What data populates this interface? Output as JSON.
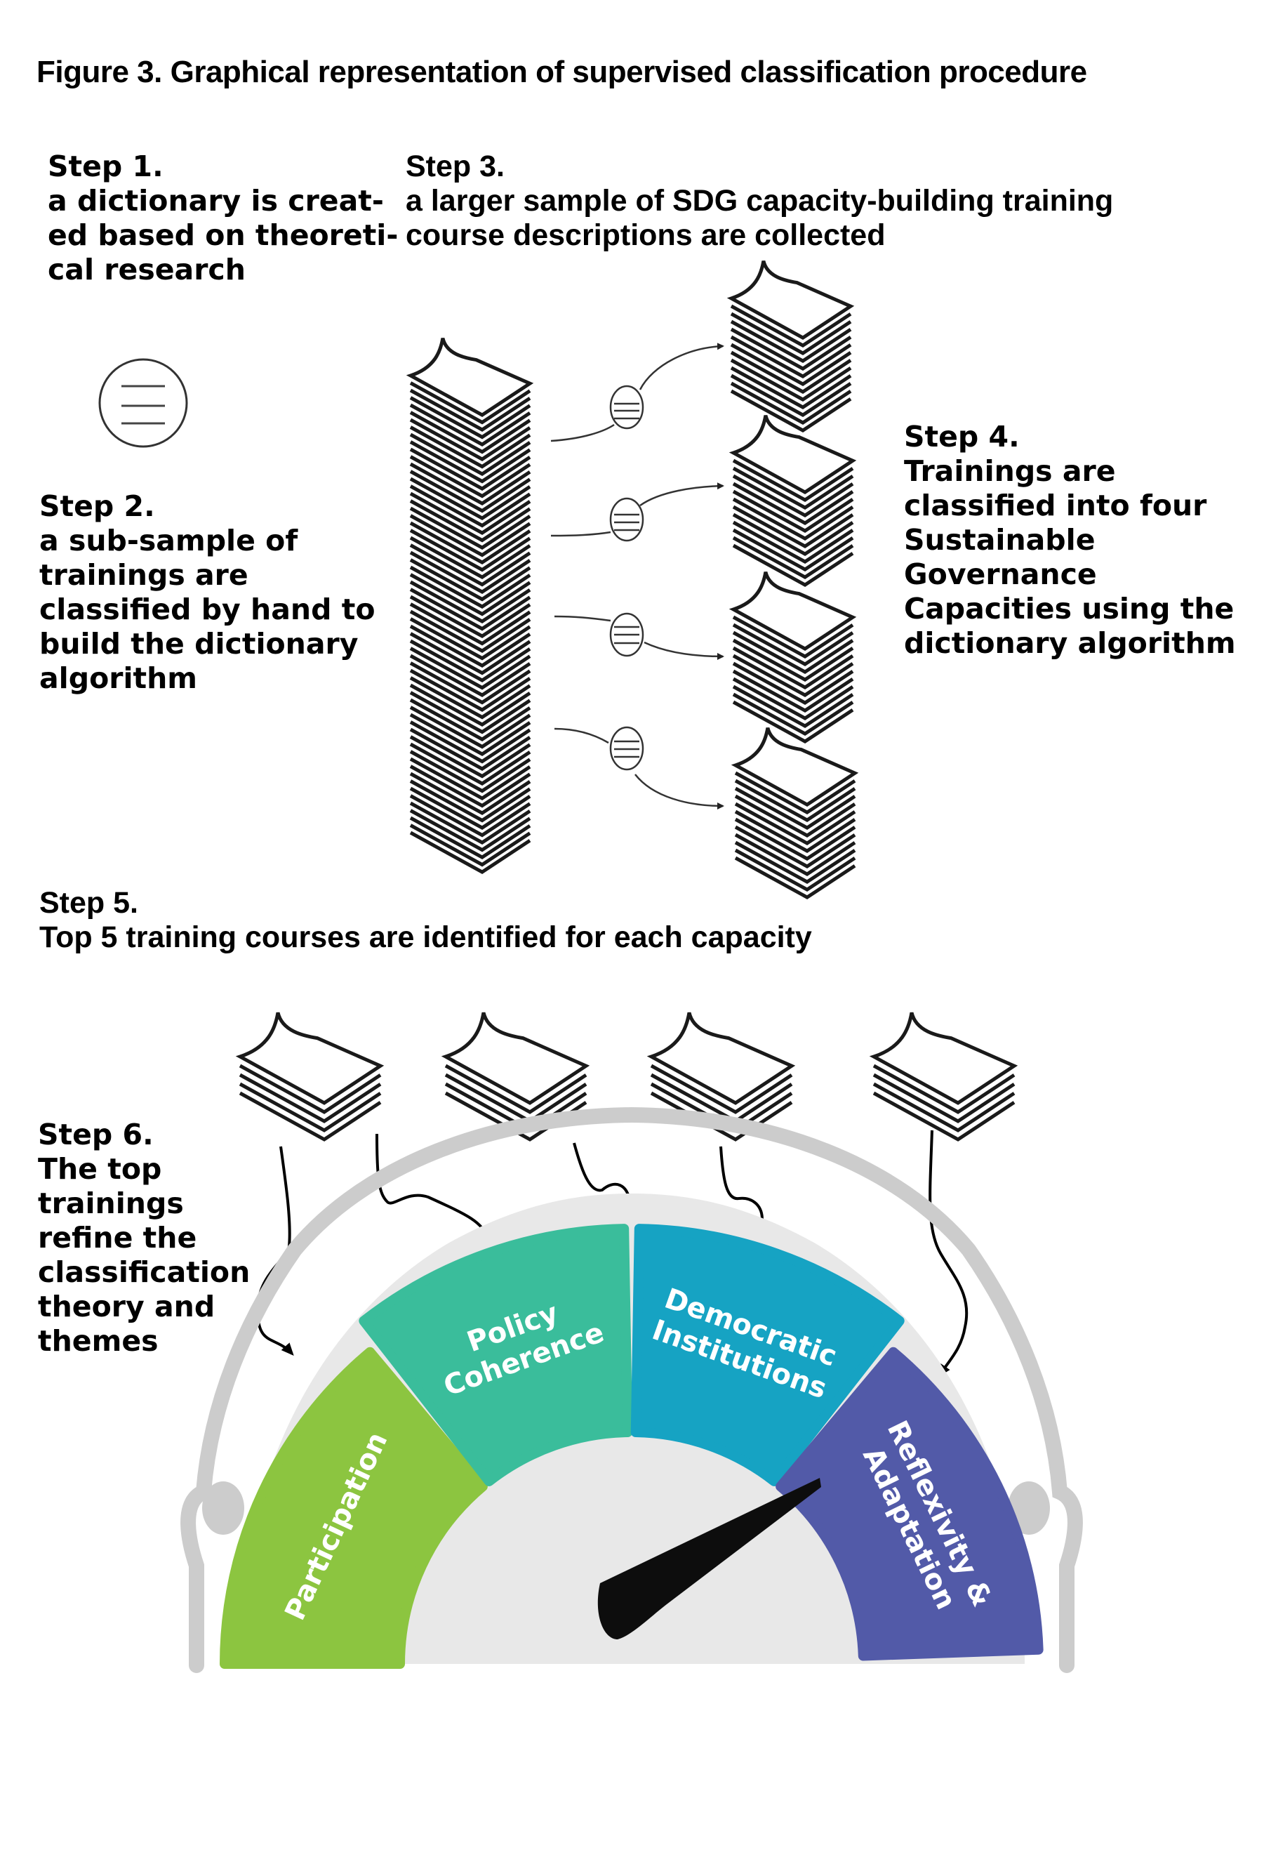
{
  "figure": {
    "title": "Figure 3. Graphical representation of supervised classification procedure"
  },
  "steps": [
    {
      "heading": "Step 1.",
      "text": "a dictionary is creat-\ned based on theoreti-\ncal research"
    },
    {
      "heading": "Step 2.",
      "text": "a sub-sample of\ntrainings are\nclassified by hand to\nbuild the dictionary\nalgorithm"
    },
    {
      "heading": "Step 3.",
      "text": "a larger sample of SDG capacity-building training\ncourse descriptions are collected"
    },
    {
      "heading": "Step 4.",
      "text": "Trainings are\nclassified into four\nSustainable\nGovernance\nCapacities using the\ndictionary algorithm"
    },
    {
      "heading": "Step 5.",
      "text": "Top 5 training courses are identified for each capacity"
    },
    {
      "heading": "Step 6.",
      "text": "The top\ntrainings\nrefine the\nclassification\ntheory and\nthemes"
    }
  ],
  "icons": {
    "dictionary": "dictionary-list-icon",
    "document_stack": "document-stack-icon",
    "arrow": "curved-arrow-icon"
  },
  "gauge": {
    "segments": [
      {
        "label_lines": [
          "Participation"
        ],
        "color": "#8cc540"
      },
      {
        "label_lines": [
          "Policy",
          "Coherence"
        ],
        "color": "#3abd9b"
      },
      {
        "label_lines": [
          "Democratic",
          "Institutions"
        ],
        "color": "#16a3c3"
      },
      {
        "label_lines": [
          "Reflexivity &",
          "Adaptation"
        ],
        "color": "#525aa8"
      }
    ],
    "needle_points_to": "Reflexivity & Adaptation",
    "colors": {
      "face": "#e8e8e8",
      "rim": "#cccccc",
      "needle": "#0d0d0d"
    }
  }
}
